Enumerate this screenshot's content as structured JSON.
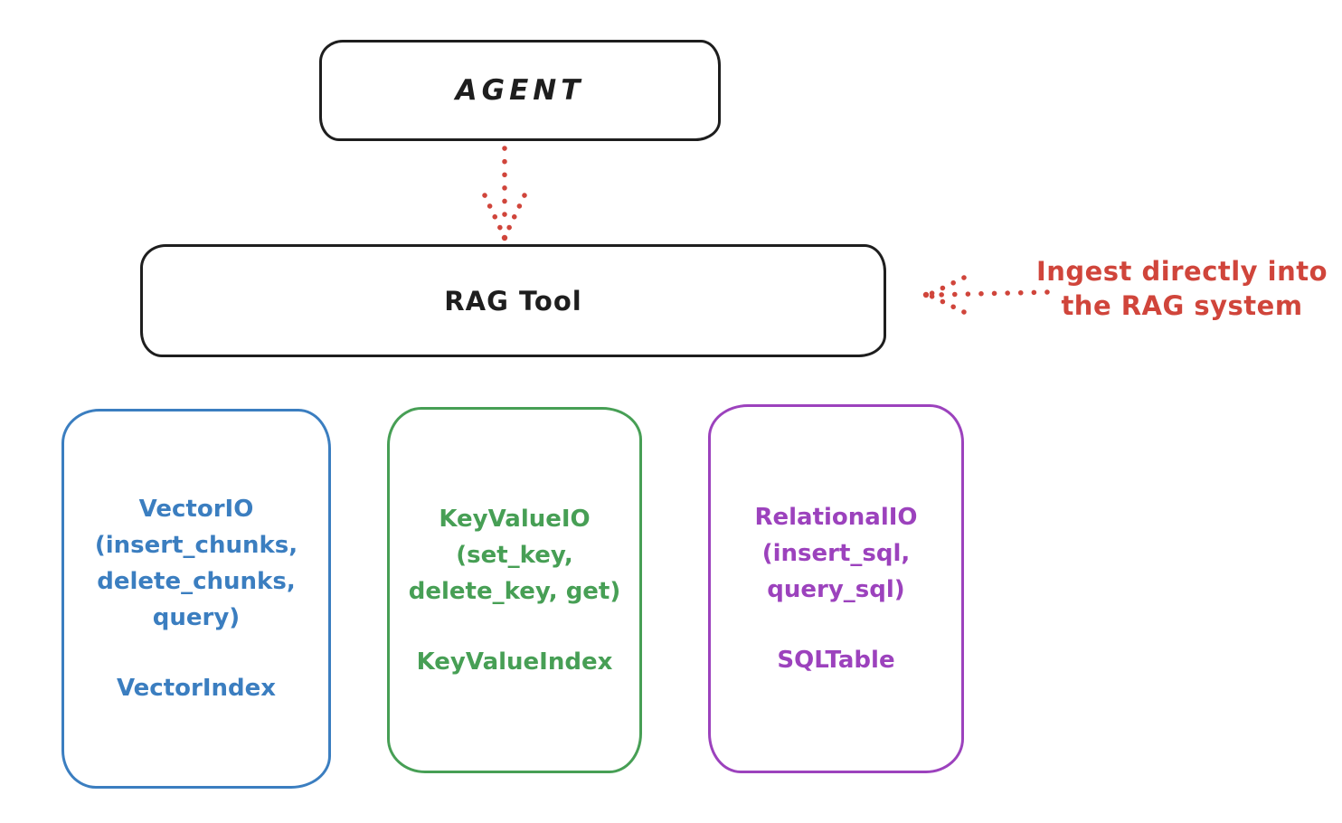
{
  "diagram": {
    "colors": {
      "ink": "#1e1e1e",
      "red": "#d0453b",
      "blue": "#3b7ec0",
      "green": "#479f55",
      "purple": "#9c42bd"
    },
    "agent": {
      "label": "AGENT"
    },
    "rag_tool": {
      "label": "RAG Tool"
    },
    "annotation": {
      "line1": "Ingest directly into",
      "line2": "the RAG system"
    },
    "stores": [
      {
        "id": "vector-io",
        "color": "#3b7ec0",
        "lines": [
          "VectorIO",
          "(insert_chunks,",
          "delete_chunks,",
          "query)"
        ],
        "index_label": "VectorIndex"
      },
      {
        "id": "key-value-io",
        "color": "#479f55",
        "lines": [
          "KeyValueIO",
          "(set_key,",
          "delete_key, get)"
        ],
        "index_label": "KeyValueIndex"
      },
      {
        "id": "relational-io",
        "color": "#9c42bd",
        "lines": [
          "RelationalIO",
          "(insert_sql,",
          "query_sql)"
        ],
        "index_label": "SQLTable"
      }
    ]
  }
}
